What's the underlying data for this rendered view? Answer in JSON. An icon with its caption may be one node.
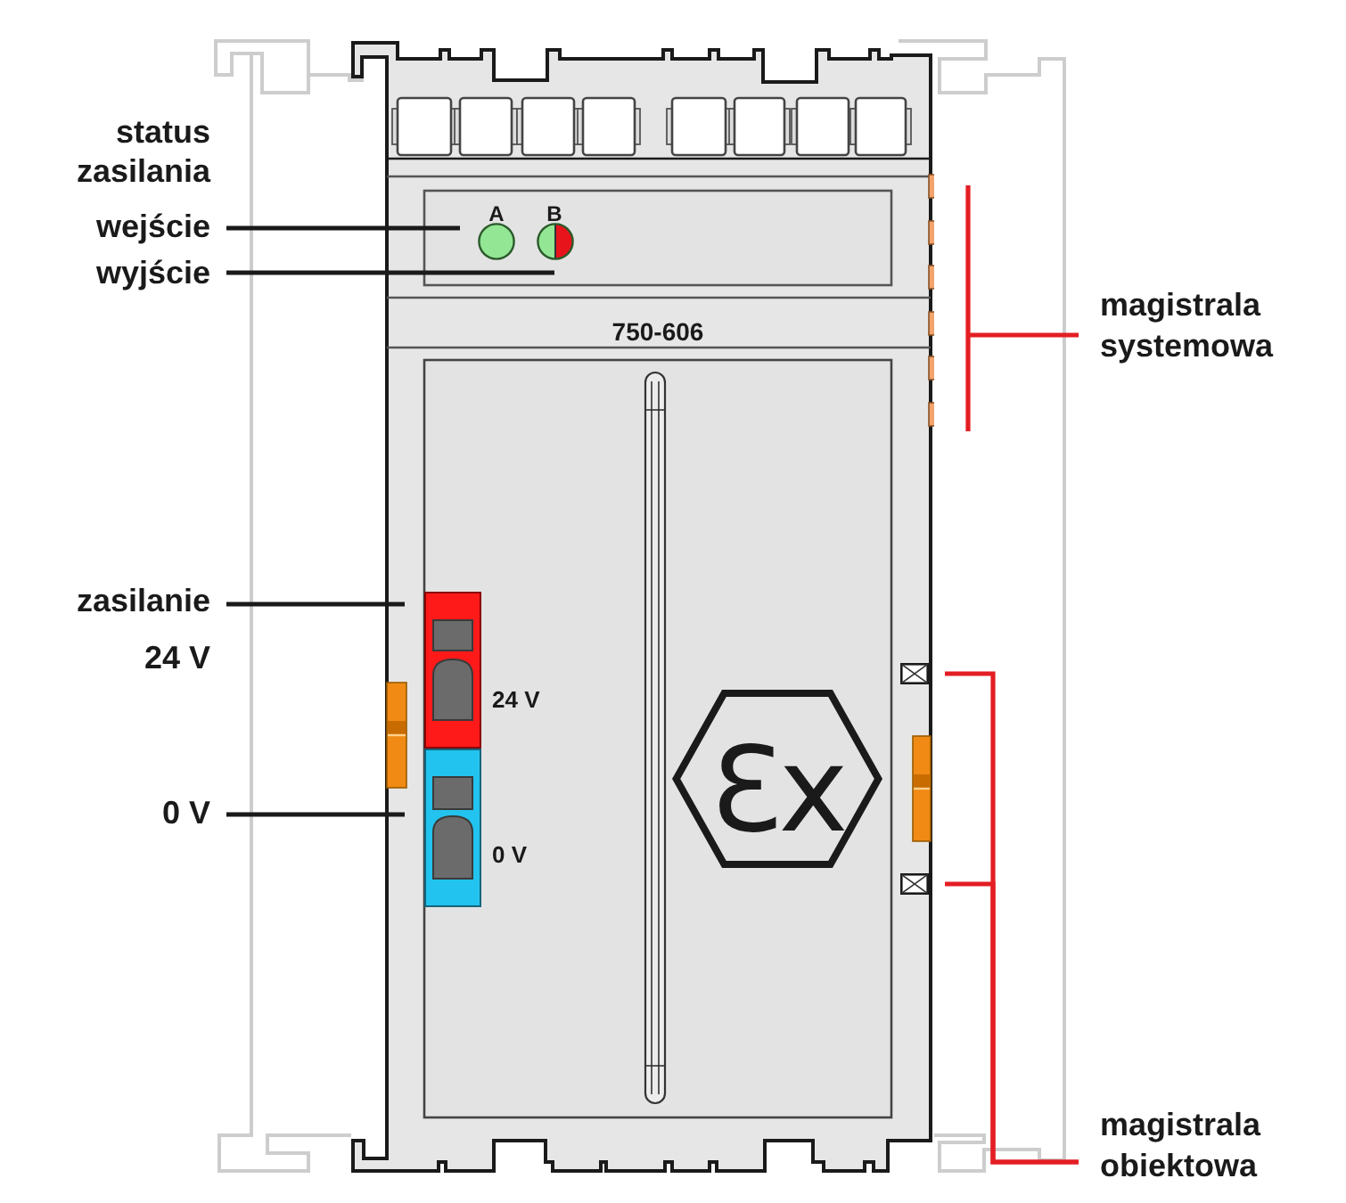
{
  "diagram": {
    "nodes": [
      {
        "text": [
          "wejście"
        ]
      },
      {
        "text": [
          "wyjście"
        ]
      },
      {
        "text": [
          "750-606"
        ]
      },
      {
        "text": [
          "A"
        ],
        "in": 2
      },
      {
        "text": [
          "B"
        ],
        "in": 2
      },
      {
        "text": [
          "magistrala systemowa"
        ]
      },
      {
        "text": [
          "zasilanie",
          "24 V"
        ]
      },
      {
        "text": [],
        "shape": "box",
        "beside": [
          "24 V"
        ],
        "in": 2
      },
      {
        "text": [
          "Ɛx"
        ],
        "in": 2
      },
      {
        "text": [
          "0 V"
        ]
      },
      {
        "text": [],
        "shape": "box",
        "beside": [
          "0 V"
        ],
        "in": 2
      },
      {
        "text": [
          "magistrala obiektowa"
        ]
      },
      {
        "text": [],
        "shape": "box",
        "in": 2
      },
      {
        "text": [],
        "shape": "box",
        "in": 2
      }
    ],
    "edges": [
      {
        "from": 0,
        "to": 3,
        "arrow": "none"
      },
      {
        "from": 1,
        "to": 4,
        "arrow": "none"
      },
      {
        "from": 5,
        "to": null,
        "arrow": "none",
        "color": "#e31e24"
      },
      {
        "from": 6,
        "to": 7,
        "arrow": "none"
      },
      {
        "from": 9,
        "to": 10,
        "arrow": "none"
      },
      {
        "from": 11,
        "to": 12,
        "arrow": "none",
        "color": "#e31e24"
      },
      {
        "from": 11,
        "to": 13,
        "arrow": "none",
        "color": "#e31e24"
      }
    ],
    "labels": [
      "status zasilania"
    ]
  }
}
